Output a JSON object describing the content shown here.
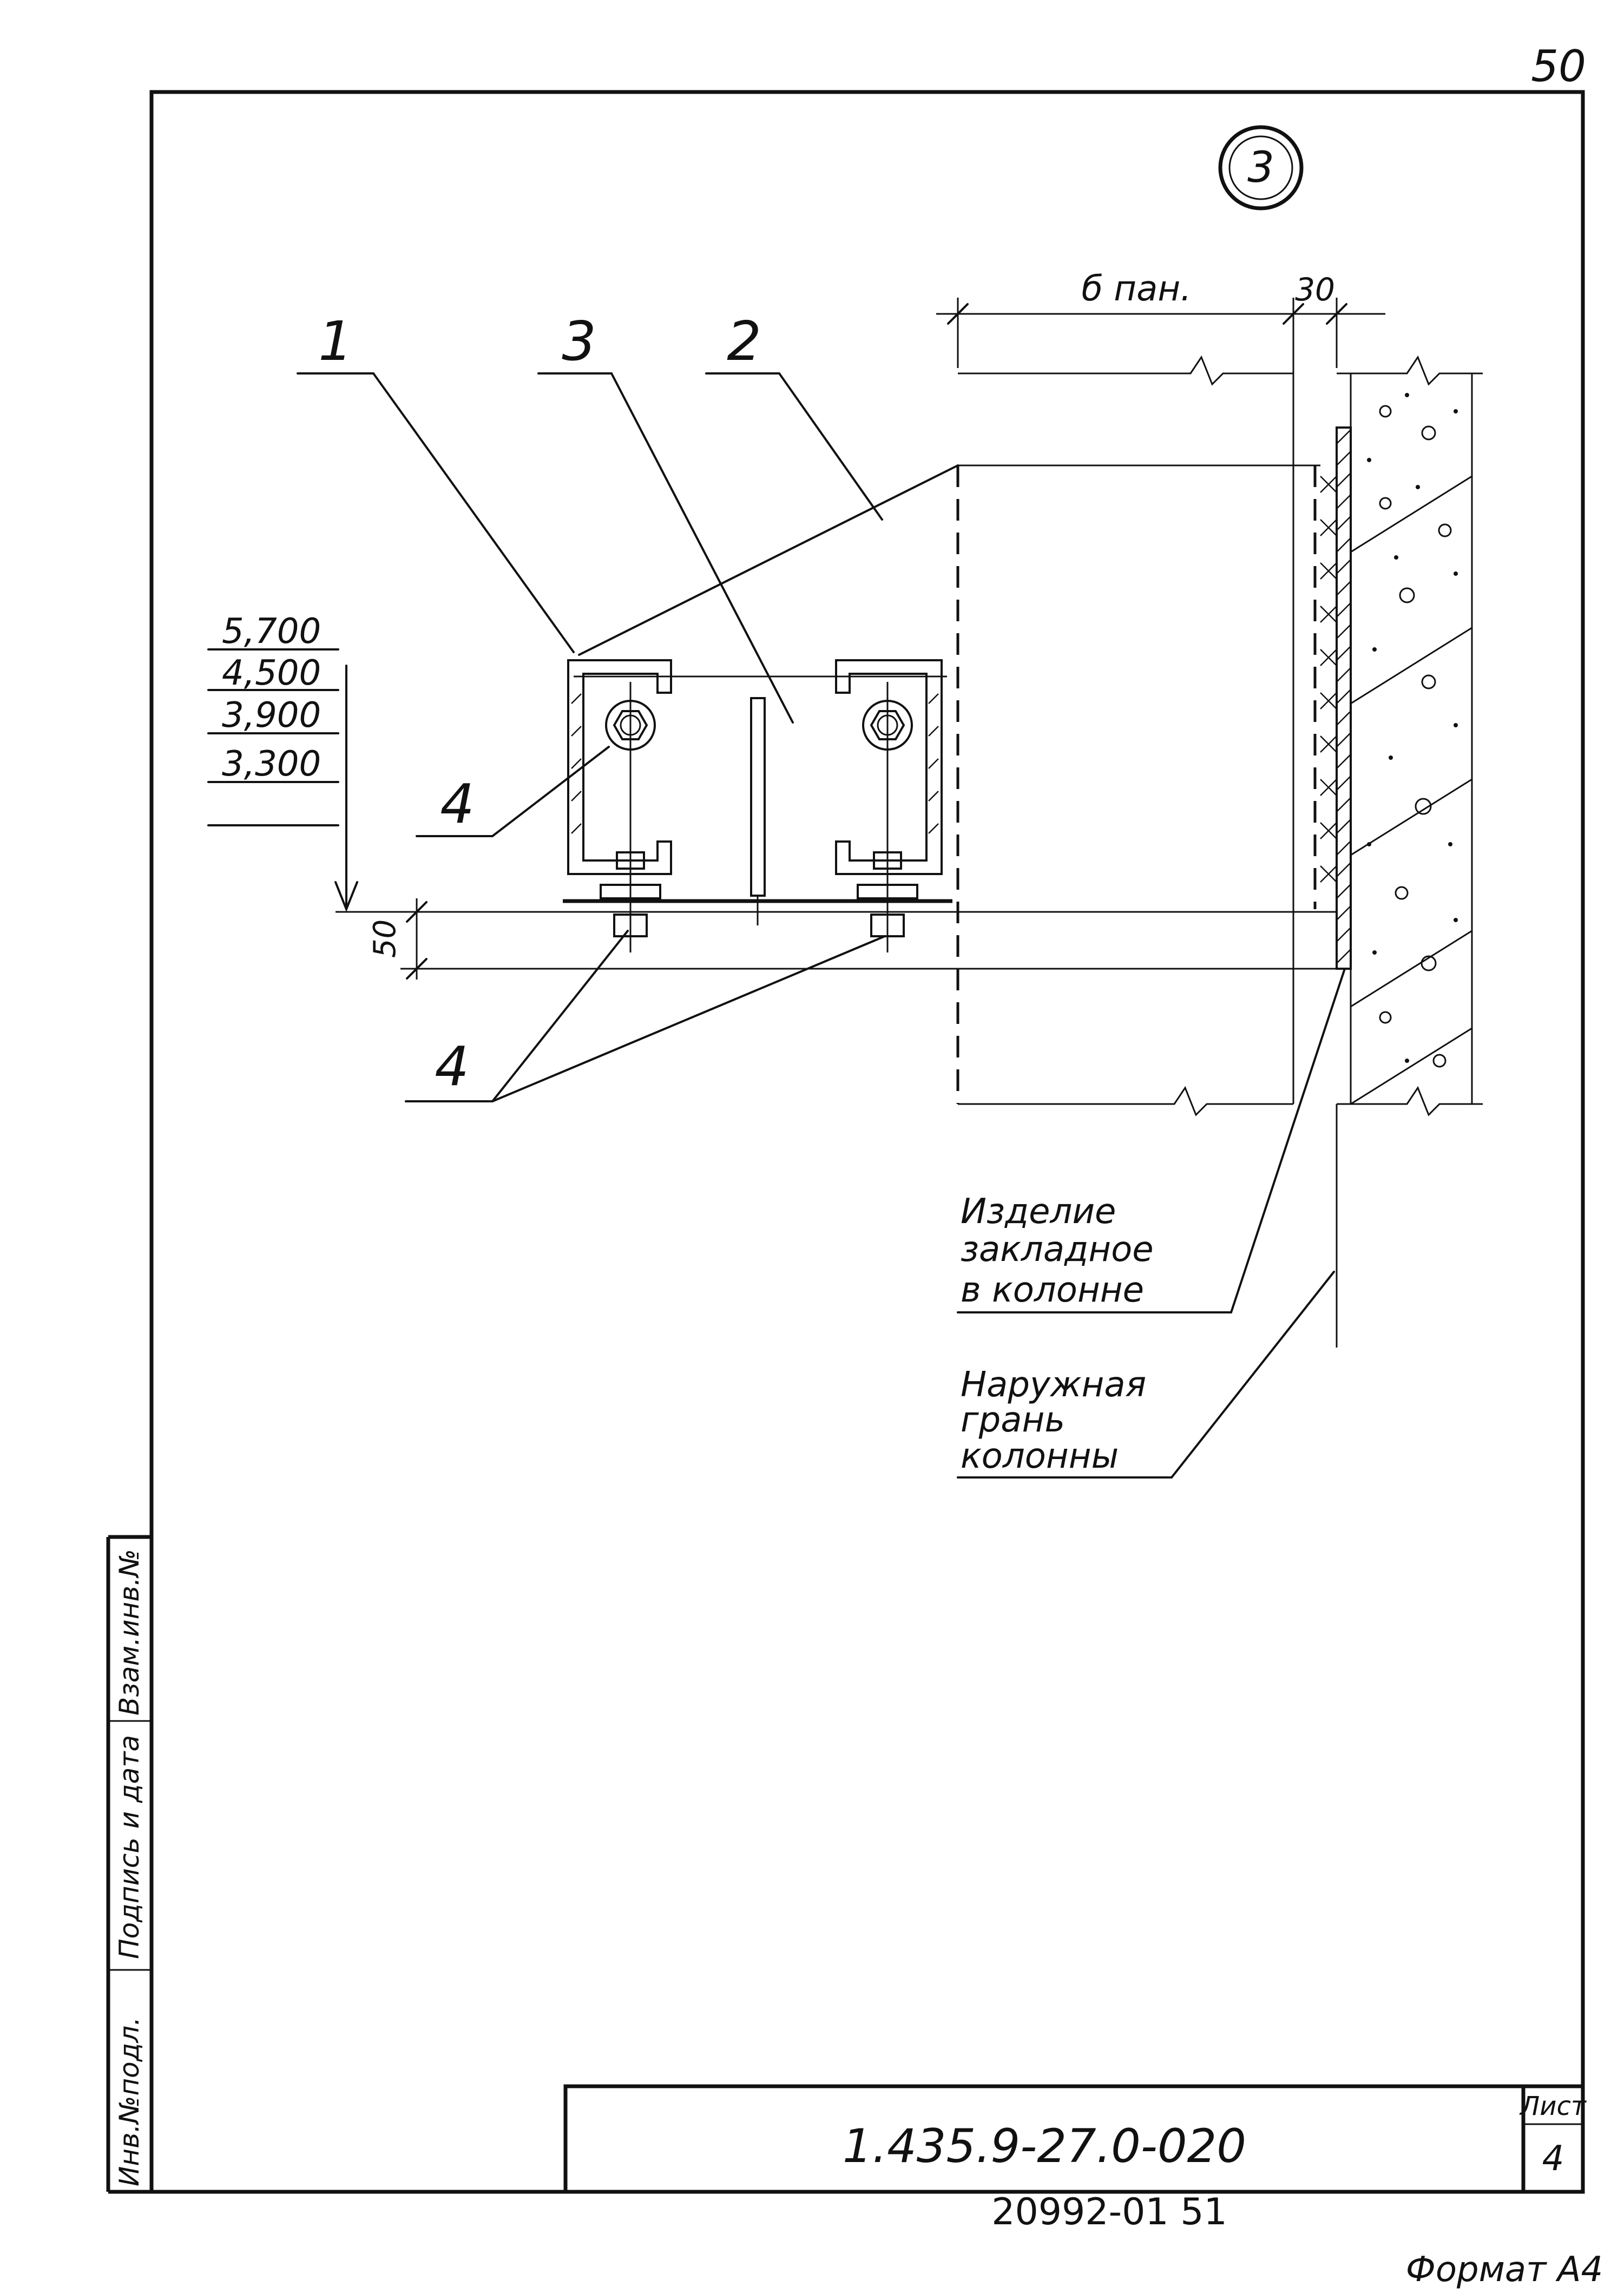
{
  "sheet": {
    "page_number_top": "50",
    "detail_mark": "3",
    "format_label": "Формат А4",
    "archive_number": "20992-01  51"
  },
  "dimensions": {
    "panel_width": "б пан.",
    "gap": "30",
    "bracket_height": "50"
  },
  "levels": [
    "5,700",
    "4,500",
    "3,900",
    "3,300"
  ],
  "positions": {
    "item1": "1",
    "item2": "2",
    "item3": "3",
    "item4_upper": "4",
    "item4_lower": "4"
  },
  "notes": {
    "embedded_part": [
      "Изделие",
      "закладное",
      "в колонне"
    ],
    "outer_face": [
      "Наружная",
      "грань",
      "колонны"
    ]
  },
  "side_stamp": {
    "col1": "Инв.№подл.",
    "col2": "Подпись и дата",
    "col3": "Взам.инв.№"
  },
  "title_block": {
    "document_code": "1.435.9-27.0-020",
    "sheet_label": "Лист",
    "sheet_number": "4"
  }
}
